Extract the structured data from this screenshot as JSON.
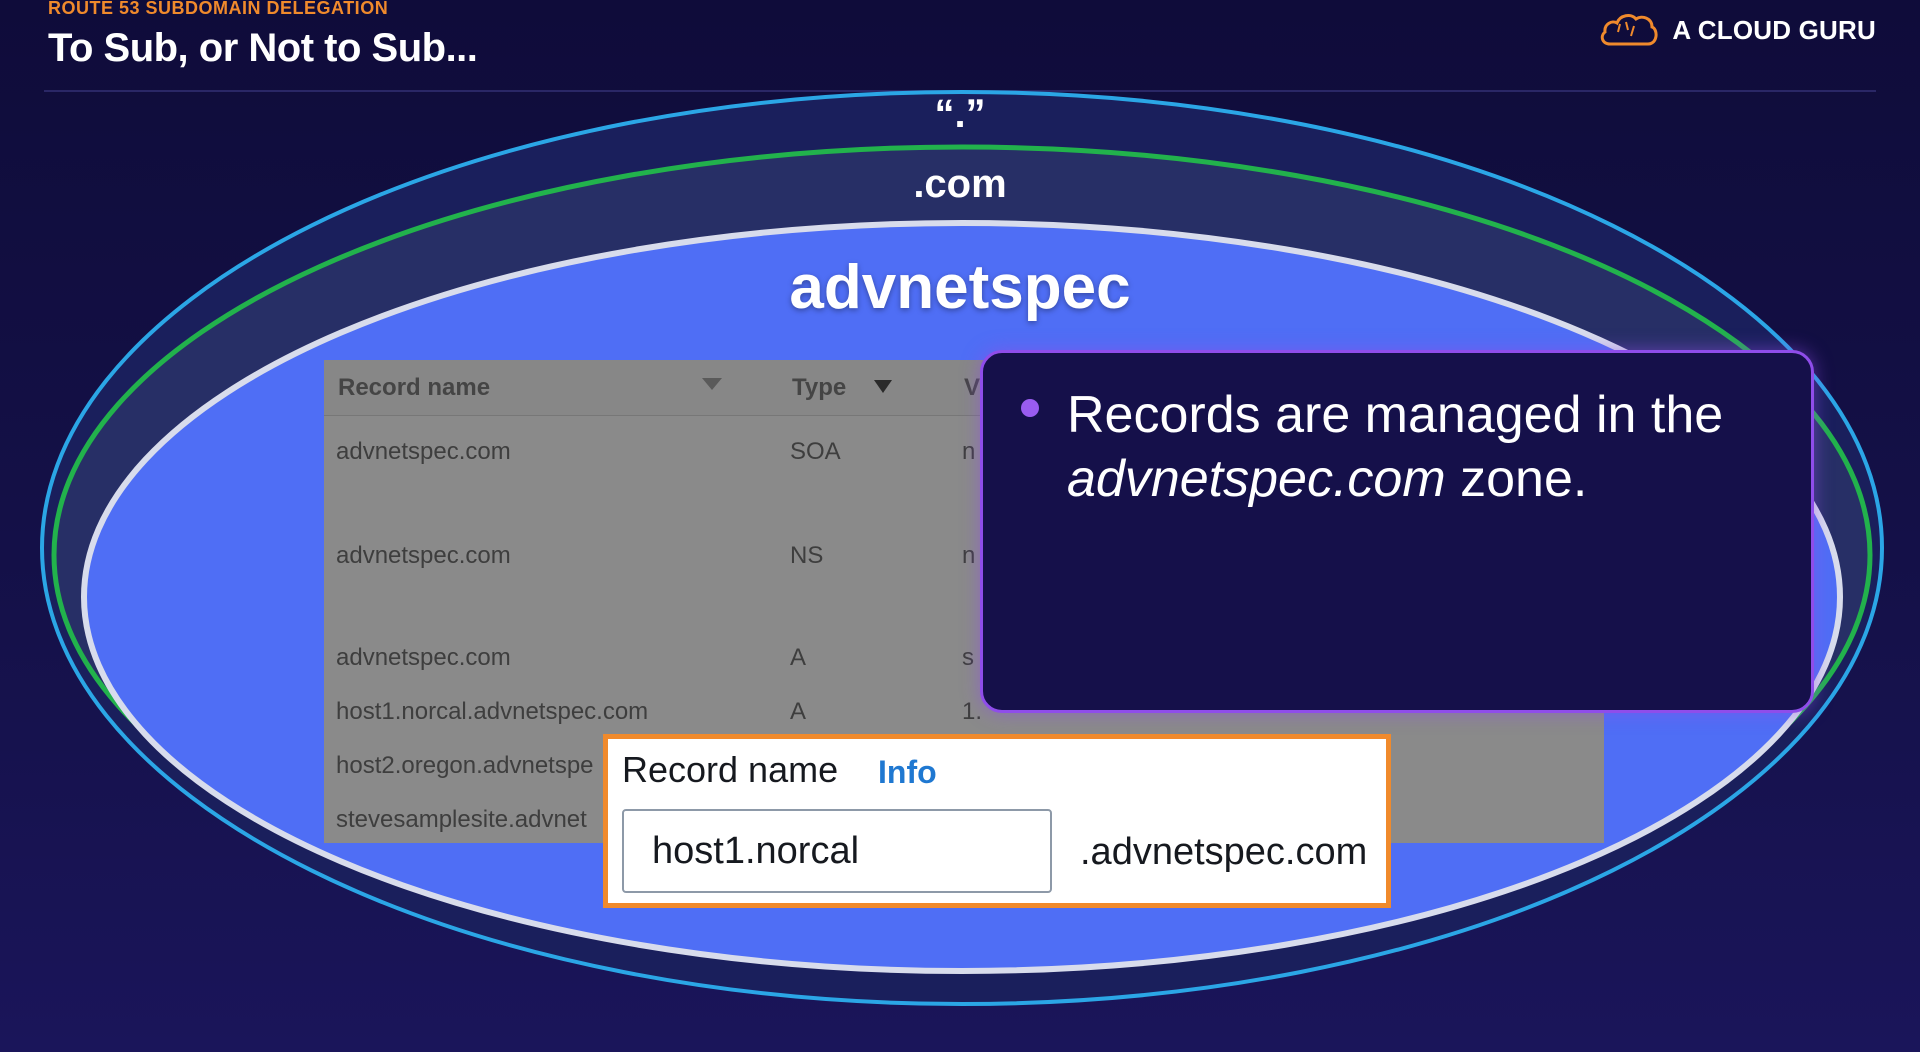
{
  "header": {
    "eyebrow": "ROUTE 53 SUBDOMAIN DELEGATION",
    "title": "To Sub, or Not to Sub..."
  },
  "brand": {
    "name": "A CLOUD GURU",
    "icon": "cloud-logo-icon",
    "color": "#f08a2c"
  },
  "rings": {
    "root_label": "“.”",
    "com_label": ".com",
    "zone_label": "advnetspec"
  },
  "records_table": {
    "columns": [
      "Record name",
      "Type",
      "V"
    ],
    "rows": [
      {
        "name": "advnetspec.com",
        "type": "SOA",
        "value": "n"
      },
      {
        "name": "advnetspec.com",
        "type": "NS",
        "value": "n"
      },
      {
        "name": "advnetspec.com",
        "type": "A",
        "value": "s"
      },
      {
        "name": "host1.norcal.advnetspec.com",
        "type": "A",
        "value": "1."
      },
      {
        "name": "host2.oregon.advnetspe",
        "type": "",
        "value": ""
      },
      {
        "name": "stevesamplesite.advnet",
        "type": "",
        "value": ""
      }
    ]
  },
  "callout": {
    "text_before": "Records are managed in the ",
    "text_em": "advnetspec.com",
    "text_after": " zone."
  },
  "record_form": {
    "label": "Record name",
    "info": "Info",
    "value": "host1.norcal",
    "suffix": ".advnetspec.com"
  },
  "colors": {
    "accent_orange": "#f08a2c",
    "ring_blue": "#2ba6e6",
    "ring_green": "#22b24c",
    "zone_fill": "#4f6ef5",
    "callout_border": "#8f4dea"
  }
}
